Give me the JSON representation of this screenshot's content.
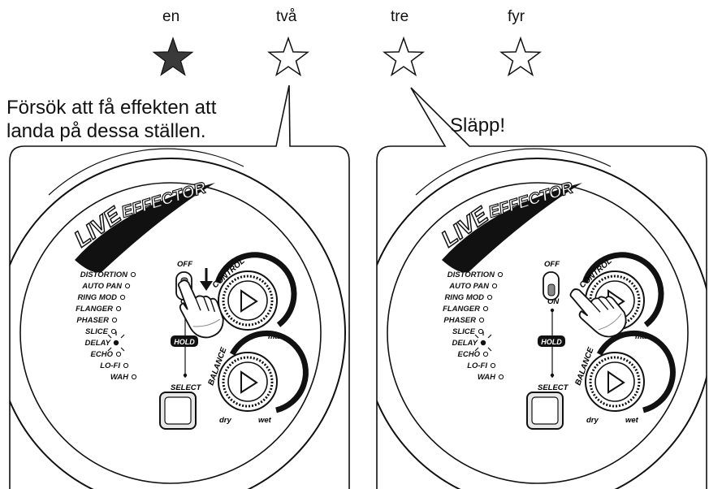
{
  "beats": {
    "labels": [
      "en",
      "två",
      "tre",
      "fyr"
    ],
    "filled": [
      true,
      false,
      false,
      false
    ]
  },
  "captions": {
    "left_line1": "Försök att få effekten att",
    "left_line2": "landa på dessa ställen.",
    "right": "Släpp!"
  },
  "device": {
    "logo": "LIVE EFFECTOR",
    "effects": [
      "DISTORTION",
      "AUTO PAN",
      "RING MOD",
      "FLANGER",
      "PHASER",
      "SLICE",
      "DELAY",
      "ECHO",
      "LO-FI",
      "WAH"
    ],
    "active_effect": "DELAY",
    "switch_off": "OFF",
    "switch_on": "ON",
    "hold": "HOLD",
    "select": "SELECT",
    "control": "CONTROL",
    "balance": "BALANCE",
    "max": "max",
    "dry": "dry",
    "wet": "wet"
  },
  "colors": {
    "ink": "#111111",
    "star_fill": "#3a3a3a",
    "button_fill": "#e8e8e8"
  },
  "icons": {
    "press": "down-arrow-icon",
    "hand": "pointing-hand-icon"
  }
}
